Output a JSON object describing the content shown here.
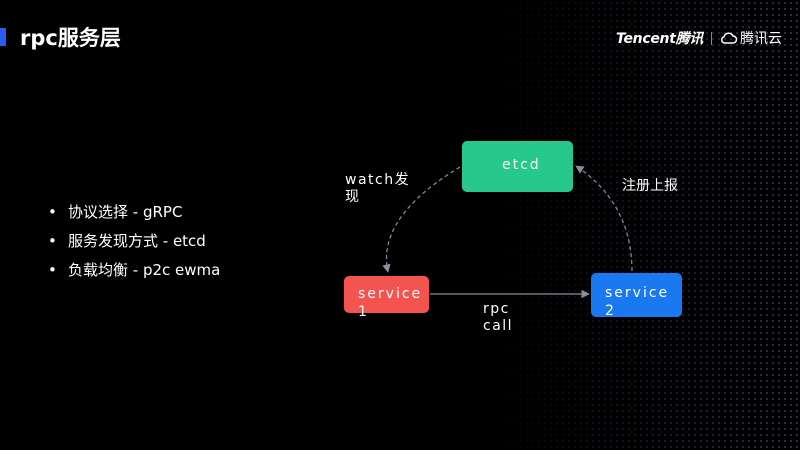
{
  "header": {
    "title": "rpc服务层",
    "logo_brand": "Tencent腾讯",
    "logo_cloud": "腾讯云"
  },
  "bullets": [
    "协议选择 - gRPC",
    "服务发现方式 - etcd",
    "负载均衡 - p2c ewma"
  ],
  "diagram": {
    "nodes": {
      "etcd": {
        "label": "etcd",
        "color": "#27c98a"
      },
      "service1": {
        "label": "service1",
        "color": "#f35450"
      },
      "service2": {
        "label": "service2",
        "color": "#1a78f0"
      }
    },
    "edges": {
      "watch": "watch发现",
      "register": "注册上报",
      "rpc": "rpc call"
    }
  },
  "colors": {
    "accent": "#2b5bf0",
    "background": "#000000",
    "edge": "#8a8f99"
  }
}
